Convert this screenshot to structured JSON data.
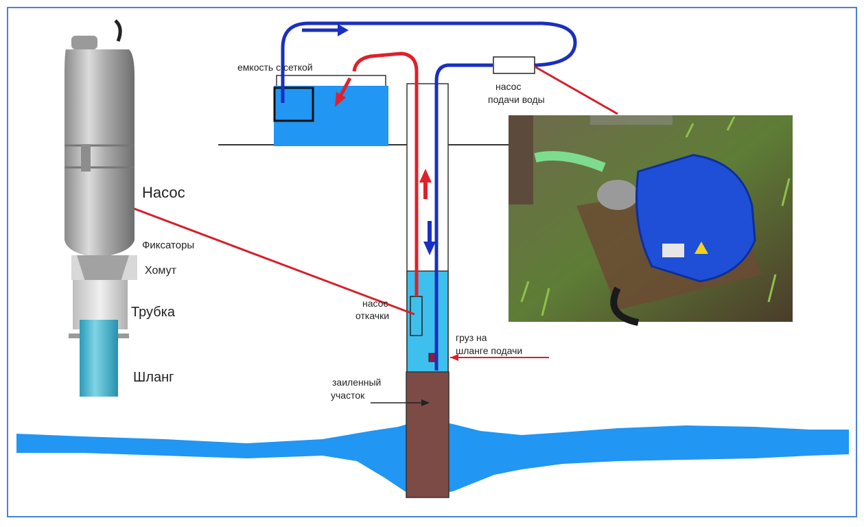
{
  "labels": {
    "tank_with_mesh": "емкость с сеткой",
    "supply_pump_line1": "насос",
    "supply_pump_line2": "подачи воды",
    "pump": "Насос",
    "clamps": "Фиксаторы",
    "collar": "Хомут",
    "tube": "Трубка",
    "hose": "Шланг",
    "drain_pump_line1": "насос",
    "drain_pump_line2": "откачки",
    "weight_line1": "груз на",
    "weight_line2": "шланге подачи",
    "silted_line1": "заиленный",
    "silted_line2": "участок"
  },
  "colors": {
    "frame": "#4a7fd6",
    "water": "#2196f3",
    "well_water": "#3ec0ee",
    "silt": "#7d4b45",
    "supply_flow": "#1a2fbf",
    "return_flow": "#e0202a",
    "leader_line": "#d4202a",
    "pump_body": "#b8b8b8",
    "hose": "#3cb3cf"
  },
  "icons": {
    "pump_illustration": "submersible-vibration-pump-icon",
    "photo": "surface-pump-photo"
  }
}
